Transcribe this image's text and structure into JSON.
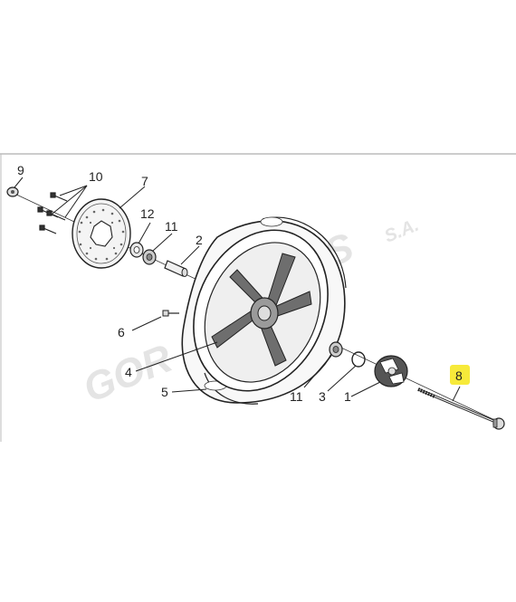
{
  "diagram": {
    "watermark": "GORGIS S.A.",
    "watermark_parts": {
      "left": "GOR",
      "right": "IS",
      "suffix": "S.A."
    },
    "highlight_color": "#f7ea3a",
    "line_color": "#222222",
    "callouts": [
      {
        "id": "9",
        "label": "9"
      },
      {
        "id": "10",
        "label": "10"
      },
      {
        "id": "7",
        "label": "7"
      },
      {
        "id": "12",
        "label": "12"
      },
      {
        "id": "11a",
        "label": "11"
      },
      {
        "id": "2",
        "label": "2"
      },
      {
        "id": "6",
        "label": "6"
      },
      {
        "id": "4",
        "label": "4"
      },
      {
        "id": "5",
        "label": "5"
      },
      {
        "id": "11b",
        "label": "11"
      },
      {
        "id": "3",
        "label": "3"
      },
      {
        "id": "1",
        "label": "1"
      },
      {
        "id": "8",
        "label": "8",
        "highlighted": true
      }
    ]
  }
}
